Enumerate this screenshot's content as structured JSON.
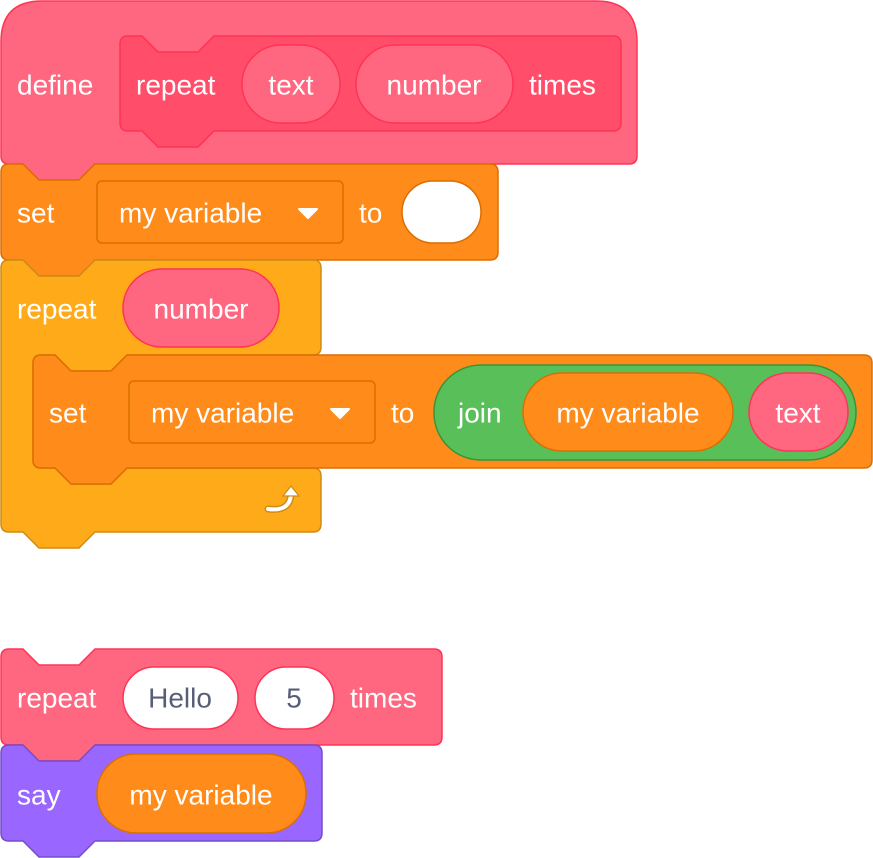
{
  "define_block": {
    "define_label": "define",
    "prototype": {
      "label": "repeat",
      "param_text": "text",
      "param_number": "number",
      "suffix": "times"
    }
  },
  "set_block_1": {
    "label": "set",
    "variable": "my variable",
    "to_label": "to",
    "value": ""
  },
  "repeat_block": {
    "label": "repeat",
    "count": "number",
    "inner_set": {
      "label": "set",
      "variable": "my variable",
      "to_label": "to",
      "join": {
        "label": "join",
        "arg1": "my variable",
        "arg2": "text"
      }
    },
    "loop_icon": "loop-arrow-icon"
  },
  "call_block": {
    "label": "repeat",
    "text_value": "Hello",
    "number_value": "5",
    "suffix": "times"
  },
  "say_block": {
    "label": "say",
    "value": "my variable"
  },
  "colors": {
    "custom": "#FF6680",
    "custom_dark": "#FF4D6A",
    "custom_border": "#FF3355",
    "variables": "#FF8C1A",
    "variables_border": "#DB6E00",
    "control": "#FFAB19",
    "control_border": "#CF8B17",
    "operators": "#59C059",
    "operators_border": "#389438",
    "looks": "#9966FF",
    "looks_border": "#774DCB"
  }
}
